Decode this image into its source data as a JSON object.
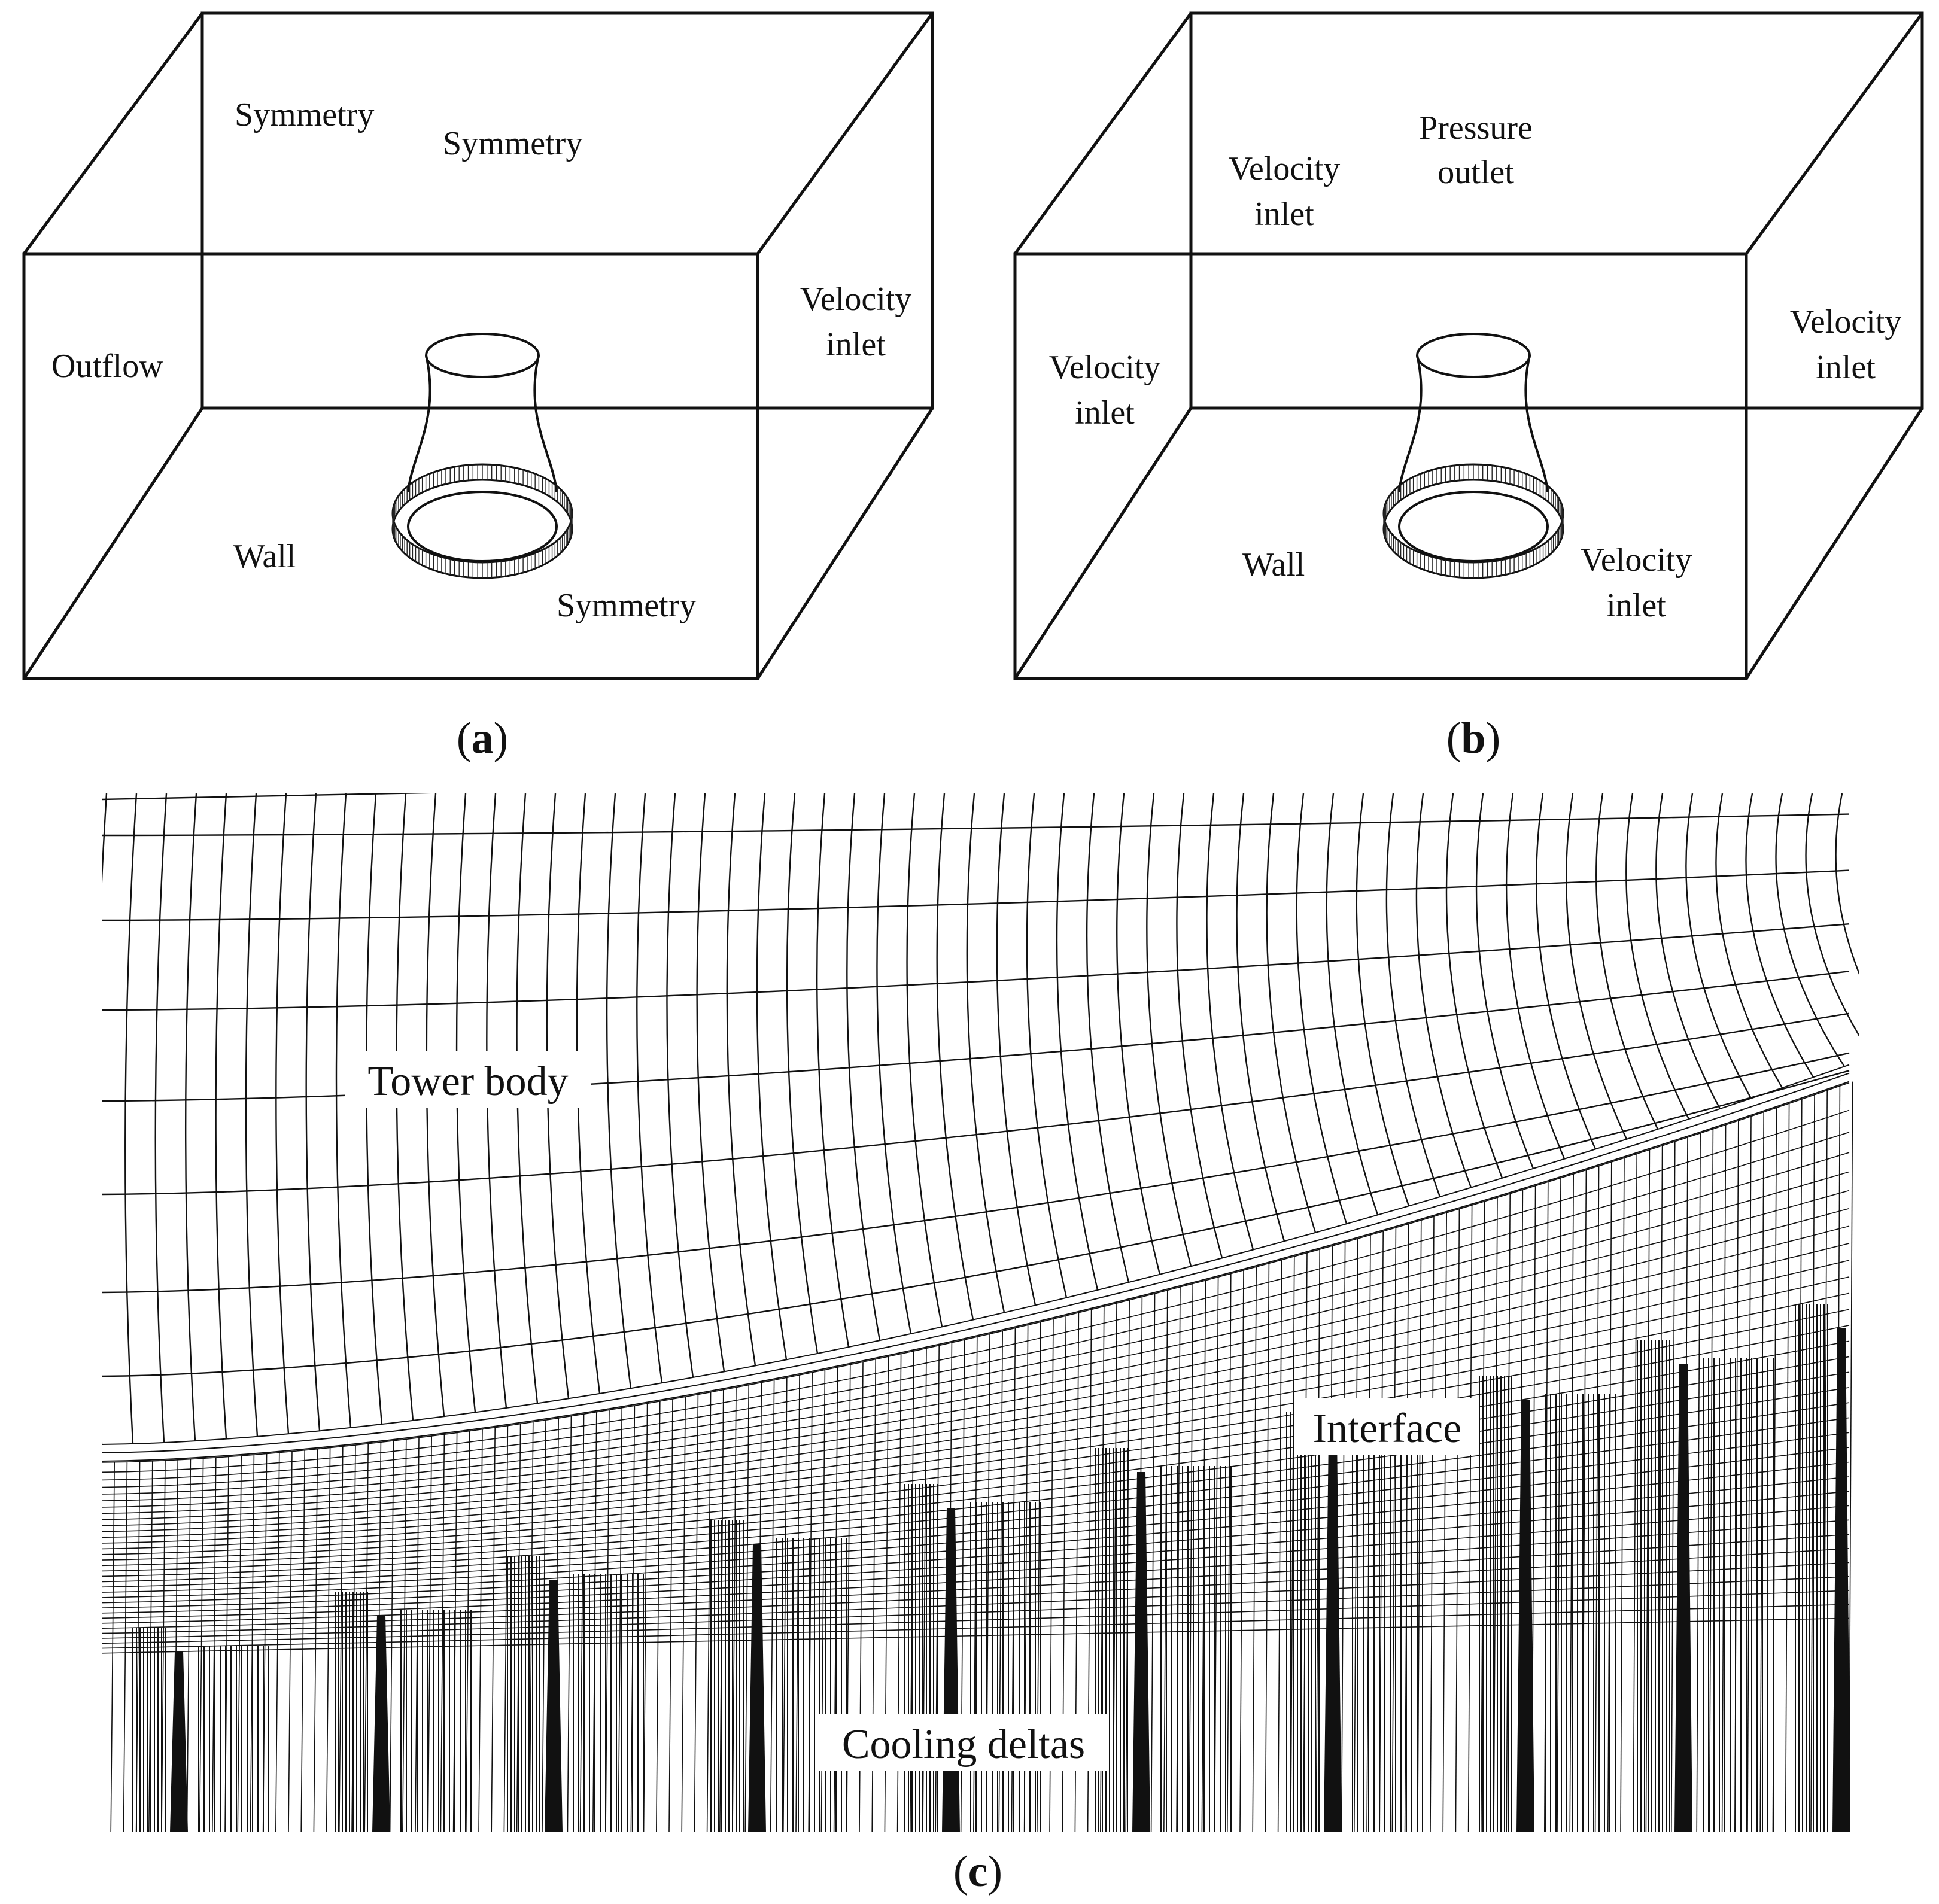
{
  "panels": [
    {
      "id": "a",
      "caption_letter": "a",
      "labels": {
        "top_back": "Symmetry",
        "top_front": "Symmetry",
        "right": [
          "Velocity",
          "inlet"
        ],
        "left": "Outflow",
        "bottom": "Wall",
        "front": "Symmetry"
      }
    },
    {
      "id": "b",
      "caption_letter": "b",
      "labels": {
        "top_back": [
          "Velocity",
          "inlet"
        ],
        "top_front": [
          "Pressure",
          "outlet"
        ],
        "right": [
          "Velocity",
          "inlet"
        ],
        "left": [
          "Velocity",
          "inlet"
        ],
        "bottom": "Wall",
        "front": [
          "Velocity",
          "inlet"
        ]
      }
    },
    {
      "id": "c",
      "caption_letter": "c",
      "labels": {
        "tower": "Tower body",
        "interface": "Interface",
        "deltas": "Cooling deltas"
      }
    }
  ],
  "colors": {
    "line": "#111111",
    "background": "#ffffff"
  }
}
